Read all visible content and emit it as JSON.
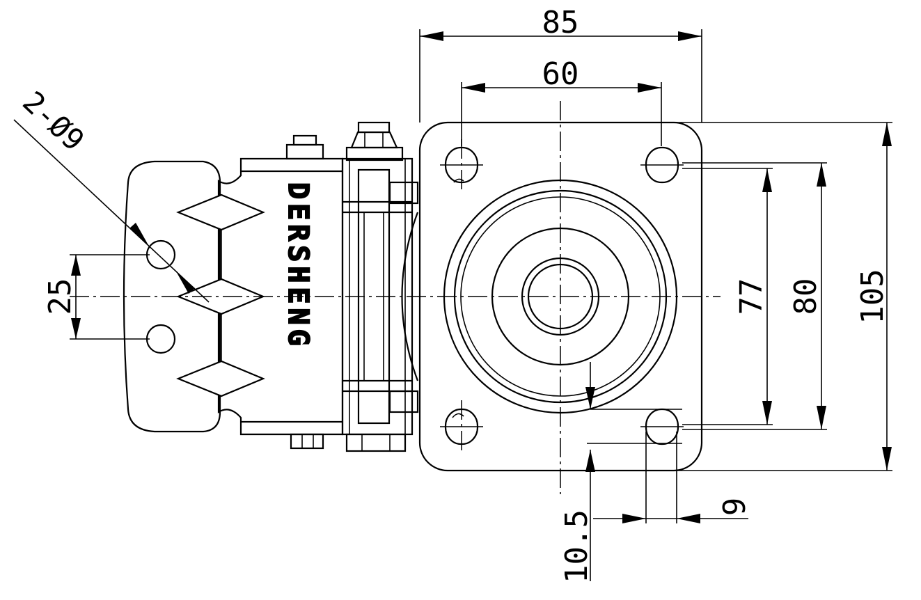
{
  "drawing": {
    "brand_text": "DERSHENG",
    "dimensions": {
      "overall_width": "85",
      "hole_spacing_width": "60",
      "hole_spacing_height_inner": "77",
      "hole_spacing_height_outer": "80",
      "overall_height": "105",
      "brake_hole_spacing": "25",
      "brake_holes": "2-Ø9",
      "edge_offset": "10.5",
      "slot_width": "9"
    }
  }
}
